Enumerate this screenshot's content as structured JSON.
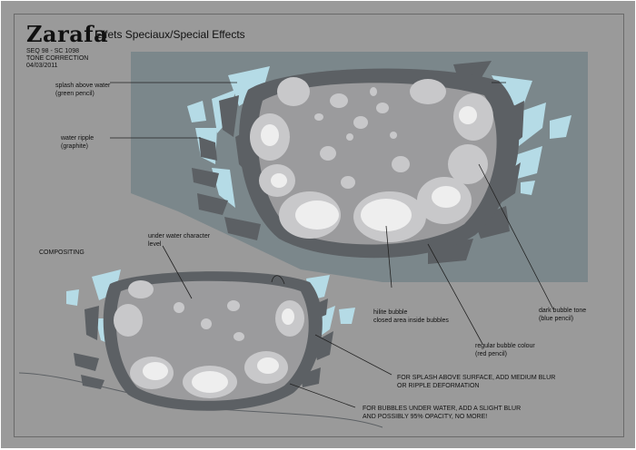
{
  "header": {
    "logo": "Zarafa",
    "title": "Effets Speciaux/Special Effects"
  },
  "meta": {
    "line1": "SEQ 98 - SC 1098",
    "line2": "TONE CORRECTION",
    "line3": "04/03/2011"
  },
  "labels": {
    "splash_1": "splash above water",
    "splash_2": "(green pencil)",
    "ripple_1": "water ripple",
    "ripple_2": "(graphite)",
    "under_1": "under water character",
    "under_2": "level",
    "compositing": "COMPOSITING",
    "hilite_1": "hilite bubble",
    "hilite_2": "closed area inside bubbles",
    "regular_1": "regular bubble colour",
    "regular_2": "(red pencil)",
    "dark_1": "dark bubble tone",
    "dark_2": "(blue pencil)",
    "splash_note_1": "FOR SPLASH ABOVE SURFACE, ADD MEDIUM BLUR",
    "splash_note_2": "OR RIPPLE DEFORMATION",
    "bubble_note_1": "FOR BUBBLES UNDER WATER, ADD A SLIGHT BLUR",
    "bubble_note_2": "AND POSSIBLY 95% OPACITY, NO MORE!"
  },
  "colors": {
    "sheet": "#9a9a9a",
    "panel": "#7b878b",
    "splash": "#b5dbe6",
    "dark": "#5c6064",
    "mid": "#9b9b9d",
    "light": "#c8c8ca",
    "hilite": "#eeeeee"
  }
}
